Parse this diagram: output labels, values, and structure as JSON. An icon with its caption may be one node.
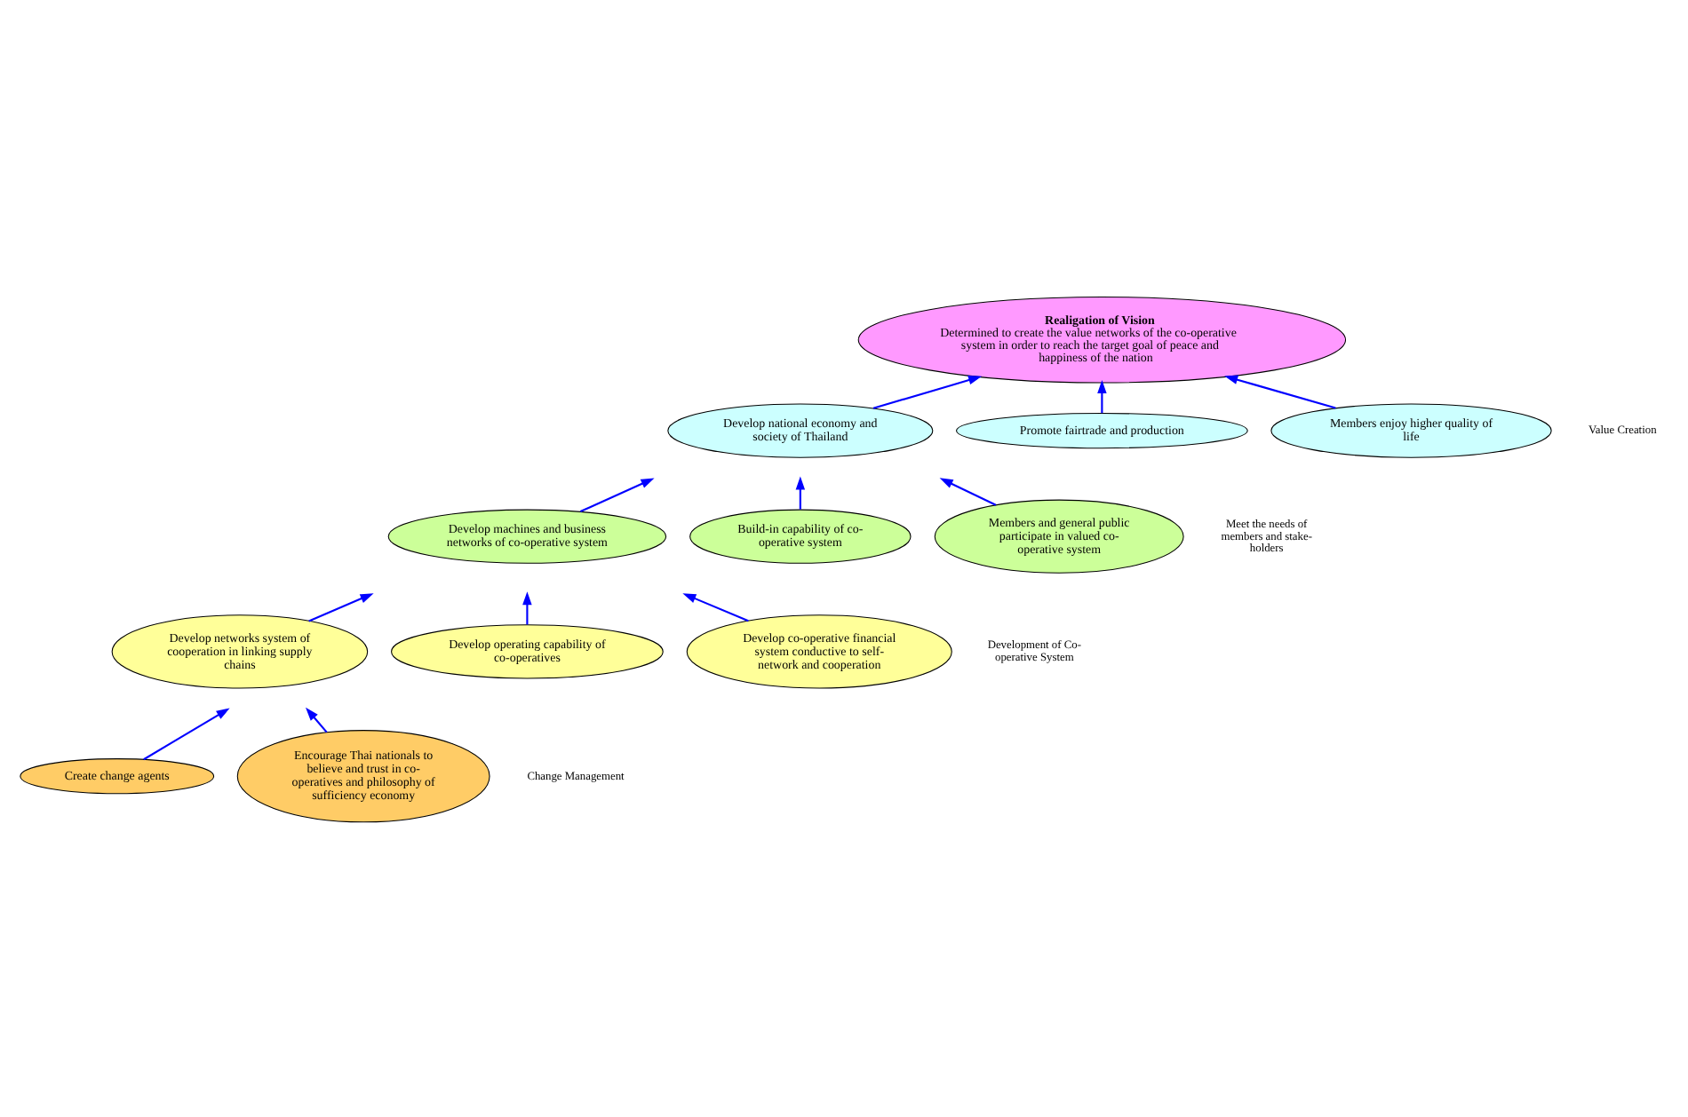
{
  "diagram": {
    "nodes": [
      {
        "text": [
          "Realigation of Vision",
          "Determined to create the value networks of the co-operative system in order to reach the target goal of peace and happiness of the nation"
        ]
      },
      {
        "text": [
          "Develop national economy and society of Thailand"
        ]
      },
      {
        "text": [
          "Promote fairtrade and production"
        ]
      },
      {
        "text": [
          "Members enjoy higher quality of life"
        ]
      },
      {
        "text": [
          "Develop machines and business networks of co-operative system"
        ]
      },
      {
        "text": [
          "Build-in capability of co-operative system"
        ]
      },
      {
        "text": [
          "Members and general public participate in valued co-operative system"
        ]
      },
      {
        "text": [
          "Develop networks system of cooperation in linking supply chains"
        ]
      },
      {
        "text": [
          "Develop operating capability of co-operatives"
        ]
      },
      {
        "text": [
          "Develop co-operative financial system conductive to self-network and cooperation"
        ]
      },
      {
        "text": [
          "Create change agents"
        ]
      },
      {
        "text": [
          "Encourage Thai nationals to believe and trust in co-operatives and philosophy of sufficiency economy"
        ]
      }
    ],
    "edges": [
      {
        "from": 1,
        "to": 0,
        "arrow": "to"
      },
      {
        "from": 2,
        "to": 0,
        "arrow": "to"
      },
      {
        "from": 3,
        "to": 0,
        "arrow": "to"
      },
      {
        "from": 4,
        "to": null,
        "arrow": "to"
      },
      {
        "from": 5,
        "to": null,
        "arrow": "to"
      },
      {
        "from": 6,
        "to": null,
        "arrow": "to"
      },
      {
        "from": 7,
        "to": null,
        "arrow": "to"
      },
      {
        "from": 8,
        "to": null,
        "arrow": "to"
      },
      {
        "from": 9,
        "to": null,
        "arrow": "to"
      },
      {
        "from": 10,
        "to": null,
        "arrow": "to"
      },
      {
        "from": 11,
        "to": null,
        "arrow": "to"
      }
    ],
    "labels": [
      "Value Creation",
      "Meet the needs of members and stake-holders",
      "Development of Co-operative System",
      "Change Management"
    ]
  }
}
